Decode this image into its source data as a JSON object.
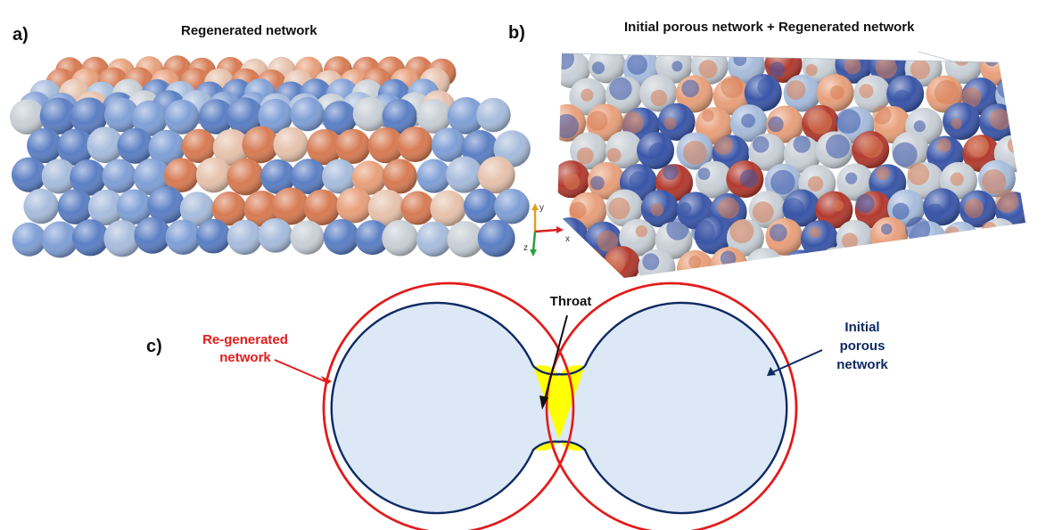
{
  "panels": {
    "a": {
      "label": "a)",
      "title": "Regenerated network"
    },
    "b": {
      "label": "b)",
      "title": "Initial porous network + Regenerated network",
      "axes": {
        "y": "y",
        "x": "x",
        "z": "z"
      }
    },
    "c": {
      "label": "c)"
    }
  },
  "diagram": {
    "throat_label": "Throat",
    "regenerated_label": [
      "Re-generated",
      "network"
    ],
    "initial_label": [
      "Initial",
      "porous",
      "network"
    ],
    "colors": {
      "regenerated": "#e31b1b",
      "initial": "#0d2a63",
      "pore_fill": "#dce8f5",
      "throat": "#ffff00"
    }
  },
  "sphere_palette": [
    "#5b7fc4",
    "#7f9fd6",
    "#a7bcdc",
    "#c8cfd6",
    "#e6c2ac",
    "#e8a07b",
    "#d77b53",
    "#b23a2e",
    "#3a56a8"
  ]
}
